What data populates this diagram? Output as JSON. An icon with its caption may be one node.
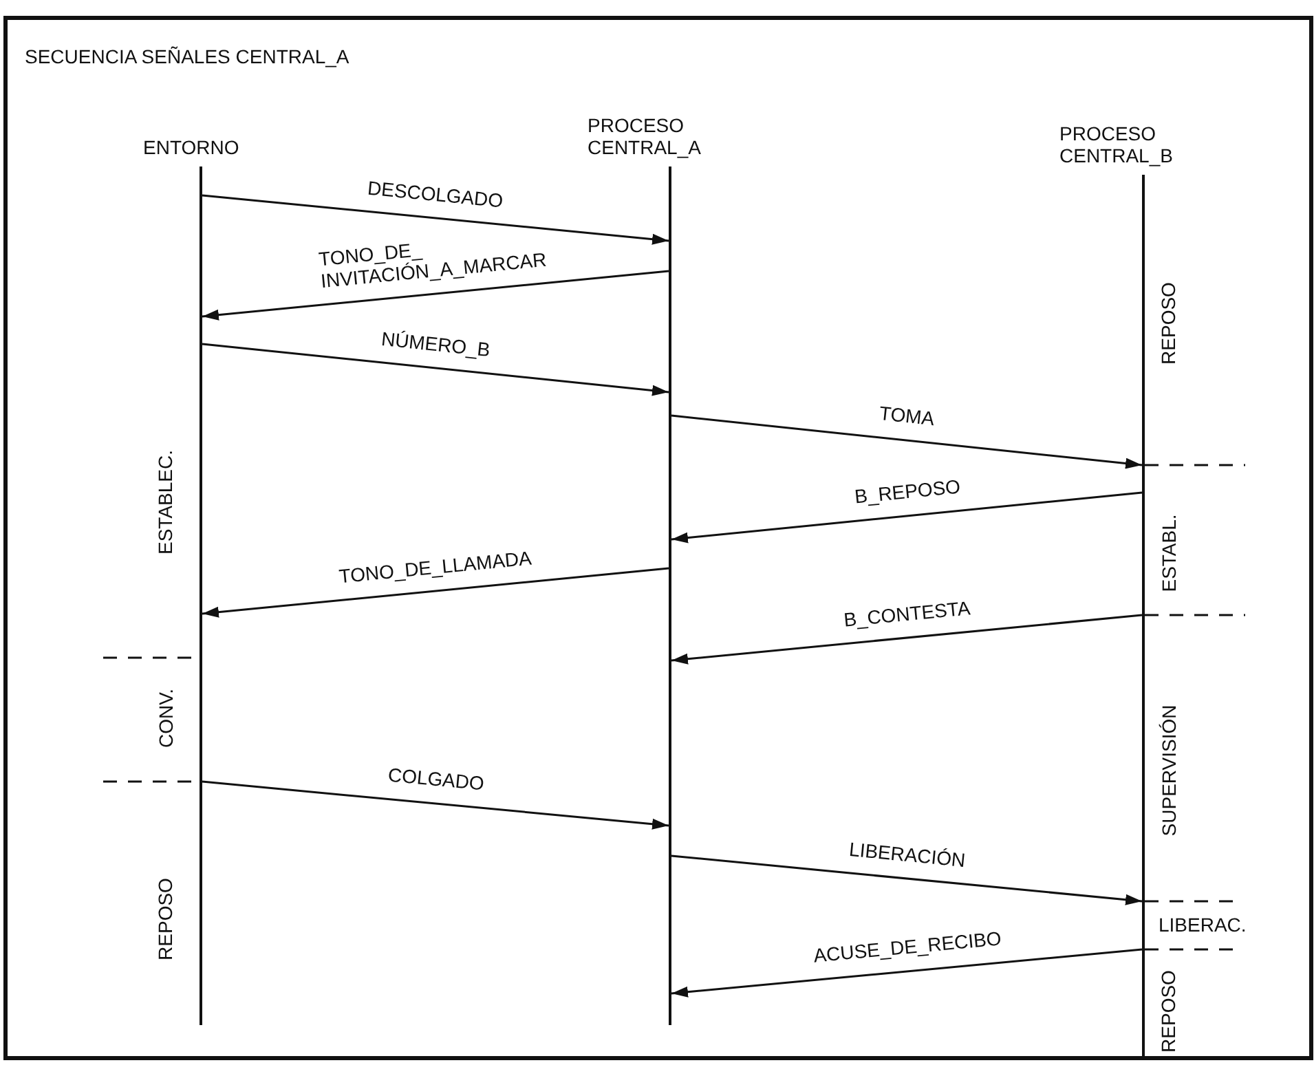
{
  "diagram": {
    "title": "SECUENCIA SEÑALES CENTRAL_A",
    "nodes": [
      {
        "text": [
          "ENTORNO"
        ]
      },
      {
        "text": [
          "PROCESO CENTRAL_A"
        ]
      },
      {
        "text": [
          "PROCESO CENTRAL_B"
        ]
      }
    ],
    "edges": [
      {
        "from": 0,
        "to": 1,
        "arrow": "to",
        "label": "DESCOLGADO"
      },
      {
        "from": 1,
        "to": 0,
        "arrow": "to",
        "label": "TONO_DE_ INVITACIÓN_A_MARCAR"
      },
      {
        "from": 0,
        "to": 1,
        "arrow": "to",
        "label": "NÚMERO_B"
      },
      {
        "from": 1,
        "to": 2,
        "arrow": "to",
        "label": "TOMA"
      },
      {
        "from": 2,
        "to": 1,
        "arrow": "to",
        "label": "B_REPOSO"
      },
      {
        "from": 1,
        "to": 0,
        "arrow": "to",
        "label": "TONO_DE_LLAMADA"
      },
      {
        "from": 2,
        "to": 1,
        "arrow": "to",
        "label": "B_CONTESTA"
      },
      {
        "from": 0,
        "to": 1,
        "arrow": "to",
        "label": "COLGADO"
      },
      {
        "from": 1,
        "to": 2,
        "arrow": "to",
        "label": "LIBERACIÓN"
      },
      {
        "from": 2,
        "to": 1,
        "arrow": "to",
        "label": "ACUSE_DE_RECIBO"
      }
    ],
    "labels": [
      "REPOSO",
      "ESTABLEC.",
      "ESTABL.",
      "CONV.",
      "SUPERVISIÓN",
      "REPOSO",
      "LIBERAC.",
      "REPOSO"
    ]
  }
}
